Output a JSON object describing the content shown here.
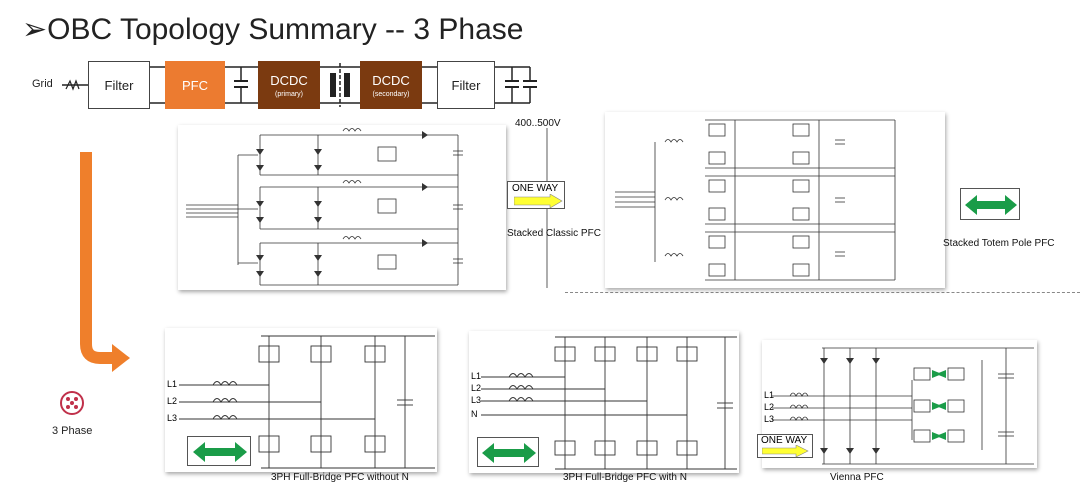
{
  "title": "➢OBC Topology Summary -- 3 Phase",
  "chain": {
    "grid_label": "Grid",
    "filter1": "Filter",
    "pfc": "PFC",
    "dcdc1": "DCDC",
    "dcdc1_sub": "(primary)",
    "dcdc2": "DCDC",
    "dcdc2_sub": "(secondary)",
    "filter2": "Filter"
  },
  "left": {
    "three_phase": "3 Phase"
  },
  "panels": {
    "stacked_classic": {
      "caption": "Stacked Classic PFC",
      "voltage": "400..500V",
      "oneway": "ONE WAY"
    },
    "stacked_totem": {
      "caption": "Stacked  Totem Pole PFC"
    },
    "fb_without_n": {
      "caption": "3PH Full-Bridge PFC without N",
      "l1": "L1",
      "l2": "L2",
      "l3": "L3"
    },
    "fb_with_n": {
      "caption": "3PH Full-Bridge PFC with N",
      "l1": "L1",
      "l2": "L2",
      "l3": "L3",
      "n": "N"
    },
    "vienna": {
      "caption": "Vienna PFC",
      "oneway": "ONE WAY",
      "l1": "L1",
      "l2": "L2",
      "l3": "L3"
    }
  },
  "colors": {
    "pfc": "#ec7b30",
    "dcdc": "#7b3a10",
    "arrow_orange": "#ef7f2b",
    "bidir_green": "#1a9c48",
    "oneway_yellow": "#ffff33",
    "plug_red": "#c0304a"
  }
}
